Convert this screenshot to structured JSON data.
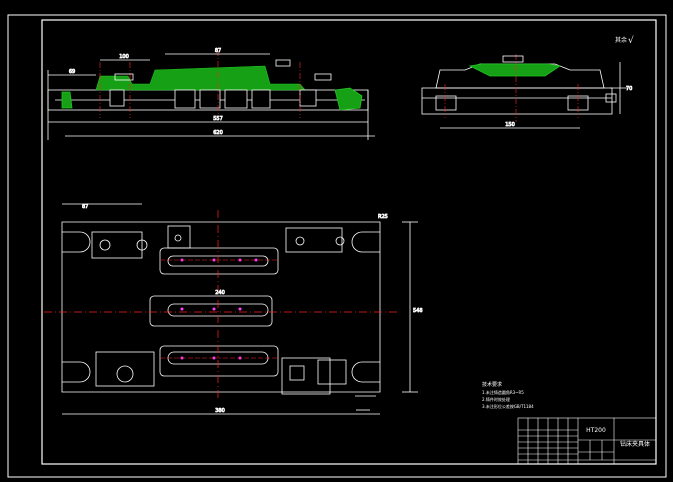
{
  "drawing": {
    "roughness_note": "√",
    "roughness_prefix": "其余",
    "title_block": {
      "material": "HT200",
      "part_name": "钻床夹具体"
    },
    "tech_requirements": {
      "heading": "技术要求",
      "lines": [
        "1.未注铸造圆角R3~R5",
        "2.铸件时效处理",
        "3.未注形位公差按GB/T1184"
      ]
    },
    "dimensions": {
      "front_overall": "620",
      "front_inner": "557",
      "front_top": "87",
      "front_left_small": "69",
      "front_left": "100",
      "right_width": "150",
      "right_height": "70",
      "plan_width": "380",
      "plan_height": "548",
      "plan_left": "87",
      "plan_right": "R25",
      "plan_mid": "240"
    }
  },
  "colors": {
    "background": "#000000",
    "frame": "#ffffff",
    "geometry": "#ffffff",
    "dimension": "#e8e8ff",
    "centerline": "#ff2020",
    "hatch": "#22c422",
    "accent": "#ff40ff"
  }
}
